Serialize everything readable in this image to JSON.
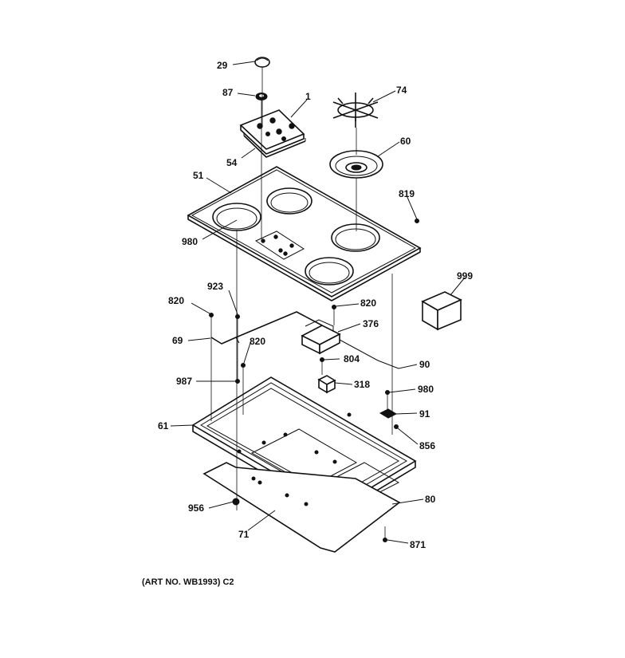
{
  "labels": {
    "l29": "29",
    "l87": "87",
    "l1": "1",
    "l74": "74",
    "l54": "54",
    "l60": "60",
    "l51": "51",
    "l819": "819",
    "l980a": "980",
    "l999": "999",
    "l820a": "820",
    "l923": "923",
    "l820b": "820",
    "l376": "376",
    "l69": "69",
    "l820c": "820",
    "l804": "804",
    "l90": "90",
    "l987": "987",
    "l318": "318",
    "l980b": "980",
    "l91": "91",
    "l61": "61",
    "l856": "856",
    "l80": "80",
    "l956": "956",
    "l71": "71",
    "l871": "871"
  },
  "caption": "(ART NO. WB1993) C2"
}
